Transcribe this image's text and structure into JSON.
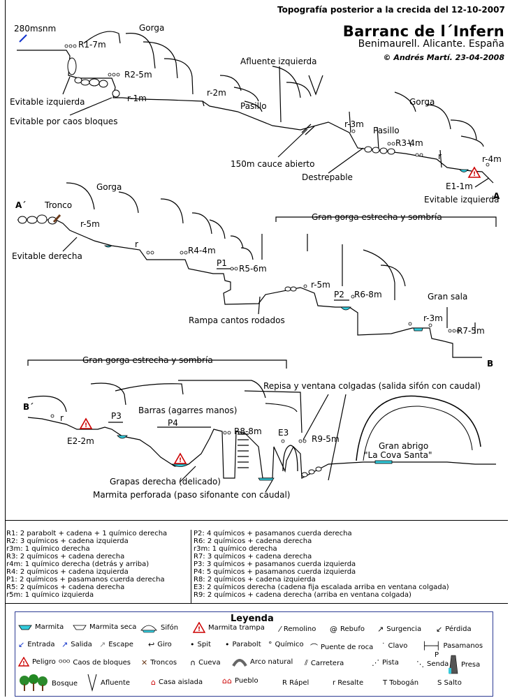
{
  "header": {
    "top_note": "Topografía posterior a la crecida del 12-10-2007",
    "title": "Barranc de l´Infern",
    "subtitle": "Benimaurell. Alicante. España",
    "author": "© Andrés Martí. 23-04-2008"
  },
  "section_a": {
    "labels": {
      "altitude": "280msnm",
      "r1": "R1-7m",
      "gorga1": "Gorga",
      "r2": "R2-5m",
      "evit_izq": "Evitable izquierda",
      "evit_caos": "Evitable por caos bloques",
      "r1m": "r-1m",
      "afluente": "Afluente izquierda",
      "r2m": "r-2m",
      "pasillo1": "Pasillo",
      "cauce": "150m cauce abierto",
      "r3m": "r-3m",
      "pasillo2": "Pasillo",
      "gorga2": "Gorga",
      "r34": "R3-4m",
      "r_small": "r",
      "destrepable": "Destrepable",
      "r4m": "r-4m",
      "e1": "E1-1m",
      "evit_izq2": "Evitable izquierda",
      "end_marker": "A"
    }
  },
  "section_b": {
    "labels": {
      "start_marker": "A´",
      "tronco": "Tronco",
      "gorga": "Gorga",
      "r5m": "r-5m",
      "gran_gorga": "Gran gorga estrecha y sombría",
      "evit_der": "Evitable derecha",
      "r_small": "r",
      "r44": "R4-4m",
      "p1": "P1",
      "r56": "R5-6m",
      "r5m_b": "r-5m",
      "p2": "P2",
      "r68": "R6-8m",
      "gran_sala": "Gran sala",
      "rampa": "Rampa cantos rodados",
      "r3m": "r-3m",
      "r75": "R7-5m",
      "end_marker": "B"
    }
  },
  "section_c": {
    "labels": {
      "gran_gorga": "Gran gorga estrecha y sombría",
      "repisa": "Repisa y ventana colgadas (salida sifón con caudal)",
      "start_marker": "B´",
      "r_small": "r",
      "p3": "P3",
      "barras": "Barras (agarres manos)",
      "p4": "P4",
      "r88": "R8-8m",
      "e2": "E2-2m",
      "e3": "E3",
      "r95": "R9-5m",
      "gran_abrigo": "Gran abrigo",
      "cova_santa": "\"La Cova Santa\"",
      "grapas": "Grapas derecha (delicado)",
      "marmita_perf": "Marmita perforada (paso sifonante con caudal)"
    }
  },
  "notes": {
    "left": [
      "R1: 2 parabolt + cadena + 1 químico derecha",
      "R2: 3 químicos + cadena izquierda",
      "r3m: 1 químico derecha",
      "R3: 2 químicos + cadena derecha",
      "r4m: 1 químico derecha (detrás y arriba)",
      "R4: 2 químicos + cadena izquierda",
      "P1: 2 químicos + pasamanos cuerda derecha",
      "R5: 2 químicos + cadena derecha",
      "r5m: 1 químico izquierda"
    ],
    "right": [
      "P2: 4 químicos + pasamanos cuerda derecha",
      "R6: 2 químicos + cadena derecha",
      "r3m: 1 químico derecha",
      "R7: 3 químicos + cadena derecha",
      "P3: 3 químicos + pasamanos cuerda izquierda",
      "P4: 5 químicos + pasamanos cuerda izquierda",
      "R8: 2 químicos + cadena izquierda",
      "E3: 2 químicos derecha (cadena fija escalada arriba en ventana colgada)",
      "R9: 2 químicos + cadena derecha (arriba en ventana colgada)"
    ]
  },
  "legend": {
    "title": "Leyenda",
    "items": {
      "marmita": "Marmita",
      "marmita_seca": "Marmita seca",
      "sifon": "Sifón",
      "marmita_trampa": "Marmita trampa",
      "remolino": "Remolino",
      "rebufo": "Rebufo",
      "surgencia": "Surgencia",
      "perdida": "Pérdida",
      "entrada": "Entrada",
      "salida": "Salida",
      "escape": "Escape",
      "giro": "Giro",
      "spit": "Spit",
      "parabolt": "Parabolt",
      "quimico": "Químico",
      "puente_roca": "Puente de roca",
      "clavo": "Clavo",
      "pasamanos": "Pasamanos",
      "peligro": "Peligro",
      "caos": "Caos de bloques",
      "troncos": "Troncos",
      "cueva": "Cueva",
      "arco": "Arco natural",
      "carretera": "Carretera",
      "pista": "Pista",
      "senda": "Senda",
      "presa": "Presa",
      "bosque": "Bosque",
      "afluente": "Afluente",
      "casa": "Casa aislada",
      "pueblo": "Pueblo",
      "rapel": "R Rápel",
      "resalte": "r Resalte",
      "tobogan": "T Tobogán",
      "salto": "S Salto",
      "pasamanos_p": "P",
      "rebufo_sym": "@"
    }
  },
  "colors": {
    "water": "#33ccdd",
    "danger": "#cc0000",
    "arrow_blue": "#1133cc",
    "legend_border": "#2d3b93",
    "rock_line": "#000000"
  }
}
